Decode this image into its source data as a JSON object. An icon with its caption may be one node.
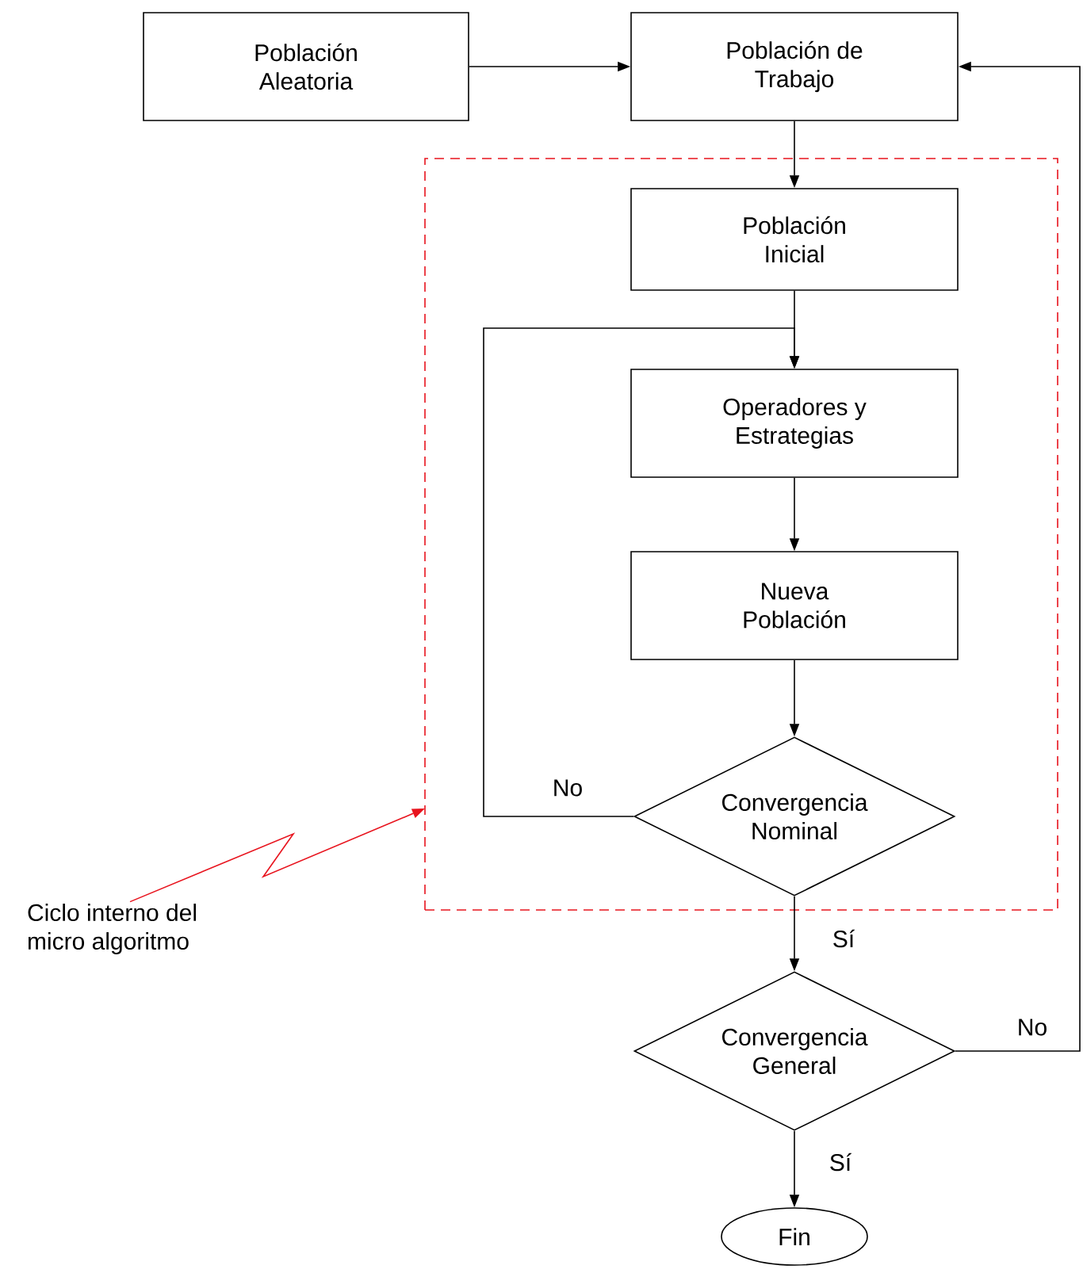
{
  "diagram": {
    "nodes": [
      {
        "text": [
          "Población Aleatoria"
        ]
      },
      {
        "text": [
          "Población de Trabajo"
        ]
      },
      {
        "text": [],
        "shape": "box"
      },
      {
        "text": [
          "Población Inicial"
        ],
        "in": 2
      },
      {
        "text": [
          "Operadores y Estrategias"
        ],
        "in": 2
      },
      {
        "text": [
          "Nueva Población"
        ],
        "in": 2
      },
      {
        "text": [
          "Convergencia Nominal"
        ],
        "in": 2
      },
      {
        "text": [
          "Ciclo interno del micro algoritmo"
        ]
      },
      {
        "text": [
          "Convergencia General"
        ]
      },
      {
        "text": [
          "Fin"
        ]
      }
    ],
    "edges": [
      {
        "from": 0,
        "to": 1,
        "arrow": "to"
      },
      {
        "from": 1,
        "to": 3,
        "arrow": "to"
      },
      {
        "from": 3,
        "to": 4,
        "arrow": "to"
      },
      {
        "from": 4,
        "to": 5,
        "arrow": "to"
      },
      {
        "from": 5,
        "to": 6,
        "arrow": "to"
      },
      {
        "from": 6,
        "to": 4,
        "arrow": "to",
        "label": "No"
      },
      {
        "from": 6,
        "to": 8,
        "arrow": "to",
        "label": "Sí"
      },
      {
        "from": 8,
        "to": 1,
        "arrow": "to",
        "label": "No"
      },
      {
        "from": 8,
        "to": 9,
        "arrow": "to",
        "label": "Sí"
      },
      {
        "from": 7,
        "to": 2,
        "arrow": "to",
        "color": "#e8141e"
      }
    ]
  }
}
